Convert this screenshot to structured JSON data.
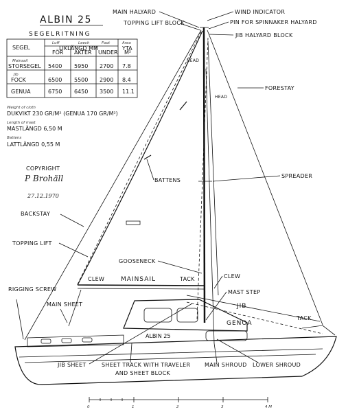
{
  "title": "ALBIN 25",
  "subtitle": "SEGELRITNING",
  "table": {
    "header_top": [
      "Luff",
      "Leech",
      "Foot",
      "Area"
    ],
    "header_bottom": [
      "SEGEL",
      "LIKLÄNGD MM",
      "",
      "",
      "YTA"
    ],
    "header_sub": [
      "FÖR",
      "AKTER",
      "UNDER",
      "M²"
    ],
    "rows": [
      {
        "note": "Mainsail",
        "name": "STORSEGEL",
        "values": [
          "5400",
          "5950",
          "2700",
          "7.8"
        ]
      },
      {
        "note": "Jib",
        "name": "FOCK",
        "values": [
          "6500",
          "5500",
          "2900",
          "8.4"
        ]
      },
      {
        "note": "",
        "name": "GENUA",
        "values": [
          "6750",
          "6450",
          "3500",
          "11.1"
        ]
      }
    ]
  },
  "specs": [
    {
      "note": "Weight of cloth",
      "value": "DUKVIKT 230 GR/M² (GENUA 170 GR/M²)"
    },
    {
      "note": "Length of mast",
      "value": "MASTLÄNGD 6,50 M"
    },
    {
      "note": "Battens",
      "value": "LATTLÄNGD 0,55 M"
    }
  ],
  "copyright": {
    "label": "COPYRIGHT",
    "author": "P Brohäll",
    "date": "27.12.1970"
  },
  "labels": {
    "main_halyard": "MAIN HALYARD",
    "topping_lift_block": "TOPPING LIFT BLOCK",
    "wind_indicator": "WIND INDICATOR",
    "pin_spinnaker": "PIN FOR SPINNAKER HALYARD",
    "jib_halyard_block": "JIB HALYARD BLOCK",
    "forestay": "FORESTAY",
    "head_main": "HEAD",
    "head_jib": "HEAD",
    "battens": "BATTENS",
    "spreader": "SPREADER",
    "backstay": "BACKSTAY",
    "topping_lift": "TOPPING LIFT",
    "gooseneck": "GOOSENECK",
    "clew_main": "CLEW",
    "mainsail": "MAINSAIL",
    "tack_main": "TACK",
    "clew_jib": "CLEW",
    "mast_step": "MAST STEP",
    "jib": "JIB",
    "genoa": "GENOA",
    "tack_jib": "TACK",
    "rigging_screw": "RIGGING SCREW",
    "main_sheet": "MAIN SHEET",
    "jib_sheet": "JIB SHEET",
    "sheet_track": "SHEET TRACK WITH TRAVELER",
    "sheet_block": "AND SHEET BLOCK",
    "main_shroud": "MAIN SHROUD",
    "lower_shroud": "LOWER SHROUD",
    "hull_name": "ALBIN 25"
  },
  "scale": {
    "ticks": [
      "0",
      "1",
      "2",
      "3",
      "4 M"
    ]
  }
}
